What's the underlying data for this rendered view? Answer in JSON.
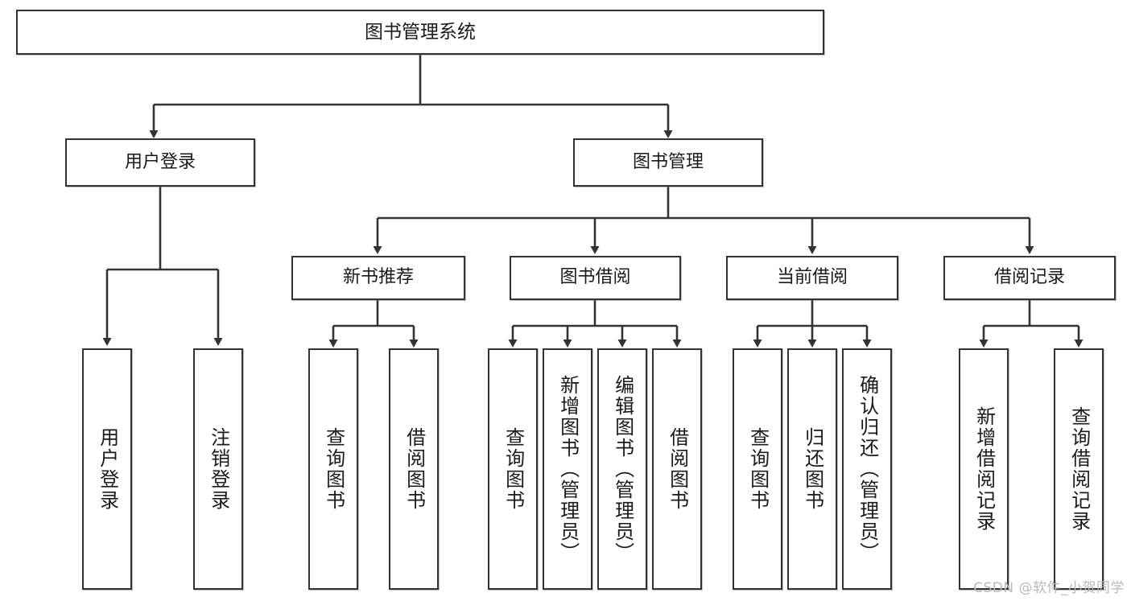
{
  "diagram": {
    "title": "图书管理系统",
    "type": "tree-hierarchy-diagram",
    "colors": {
      "node_border": "#333333",
      "node_fill": "#ffffff",
      "edge": "#333333",
      "background": "#ffffff",
      "watermark": "#b9b9b9"
    },
    "nodes": {
      "root": {
        "label": "图书管理系统"
      },
      "level1": [
        {
          "label": "用户登录"
        },
        {
          "label": "图书管理"
        }
      ],
      "level2": [
        {
          "label": "新书推荐"
        },
        {
          "label": "图书借阅"
        },
        {
          "label": "当前借阅"
        },
        {
          "label": "借阅记录"
        }
      ],
      "leaves": {
        "user_login": [
          {
            "label": "用户登录"
          },
          {
            "label": "注销登录"
          }
        ],
        "new_book_recommend": [
          {
            "label": "查询图书"
          },
          {
            "label": "借阅图书"
          }
        ],
        "book_borrow": [
          {
            "label": "查询图书"
          },
          {
            "label": "新增图书（管理员）"
          },
          {
            "label": "编辑图书（管理员）"
          },
          {
            "label": "借阅图书"
          }
        ],
        "current_borrow": [
          {
            "label": "查询图书"
          },
          {
            "label": "归还图书"
          },
          {
            "label": "确认归还（管理员）"
          }
        ],
        "borrow_record": [
          {
            "label": "新增借阅记录"
          },
          {
            "label": "查询借阅记录"
          }
        ]
      }
    },
    "watermark": "CSDN @软件_小贺同学"
  }
}
